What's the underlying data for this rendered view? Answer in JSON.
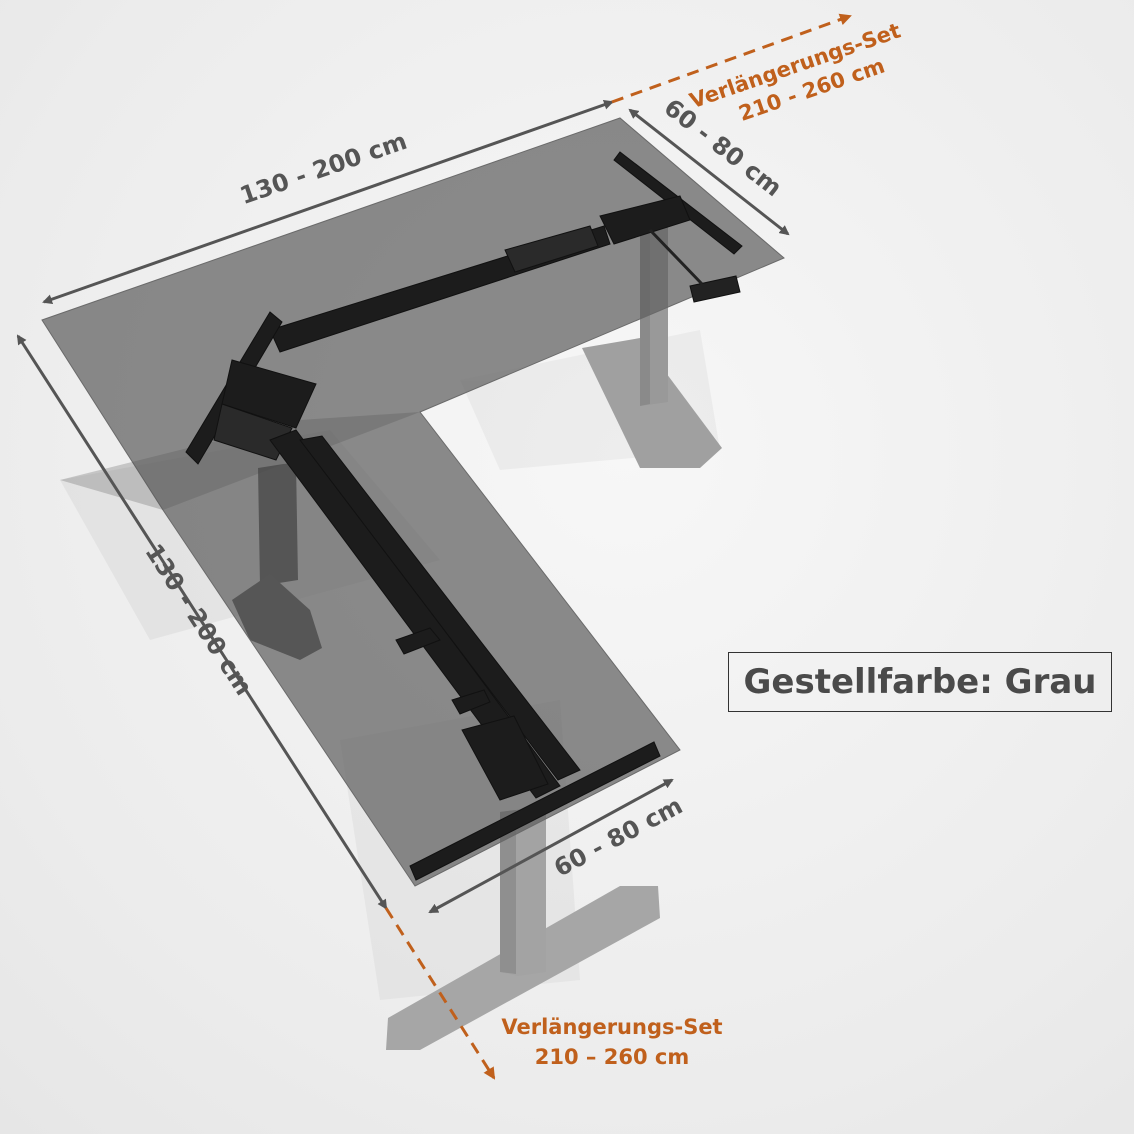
{
  "dimensions": {
    "top_length": "130 - 200 cm",
    "top_depth": "60 - 80 cm",
    "left_length": "130 - 200 cm",
    "bottom_depth": "60 - 80 cm"
  },
  "extension_top": {
    "line1": "Verlängerungs-Set",
    "line2": "210 - 260 cm"
  },
  "extension_bottom": {
    "line1": "Verlängerungs-Set",
    "line2": "210 – 260 cm"
  },
  "frame_color_label": "Gestellfarbe: Grau",
  "colors": {
    "dimension_line": "#555555",
    "extension_line": "#c0601c",
    "frame": "#1c1c1c",
    "leg": "#9a9a9a",
    "tabletop": "#6e6e6e"
  }
}
